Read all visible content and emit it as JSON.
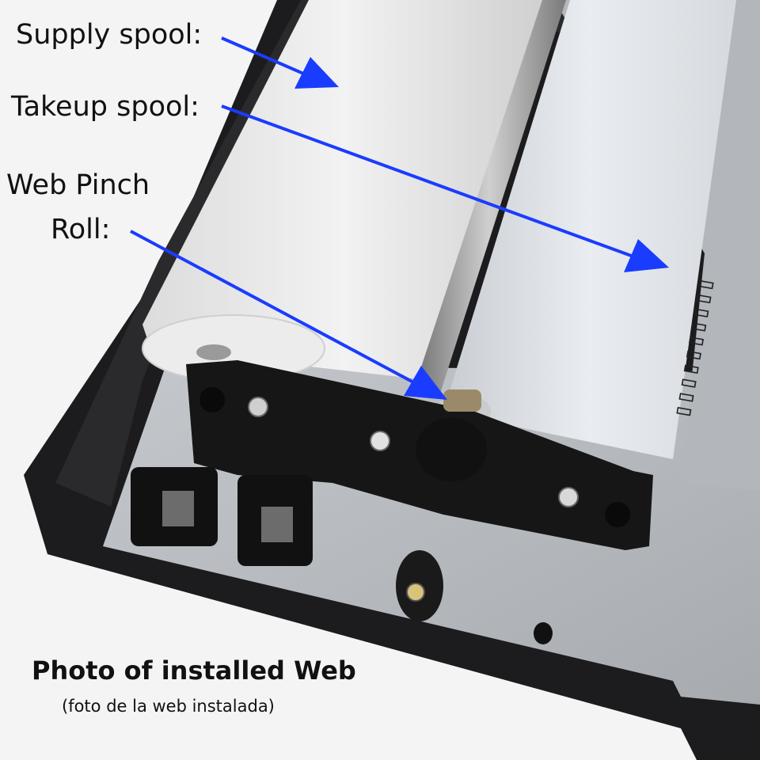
{
  "labels": {
    "supply_spool": "Supply spool:",
    "takeup_spool": "Takeup spool:",
    "web_pinch_roll_line1": "Web Pinch",
    "web_pinch_roll_line2": "Roll:"
  },
  "caption": {
    "title": "Photo of installed Web",
    "subtitle": "(foto de la web instalada)"
  },
  "colors": {
    "arrow": "#1a3cff",
    "tray": "#1a1a1c",
    "plate": "#b8bcc0",
    "roll": "#e6e6e6"
  }
}
